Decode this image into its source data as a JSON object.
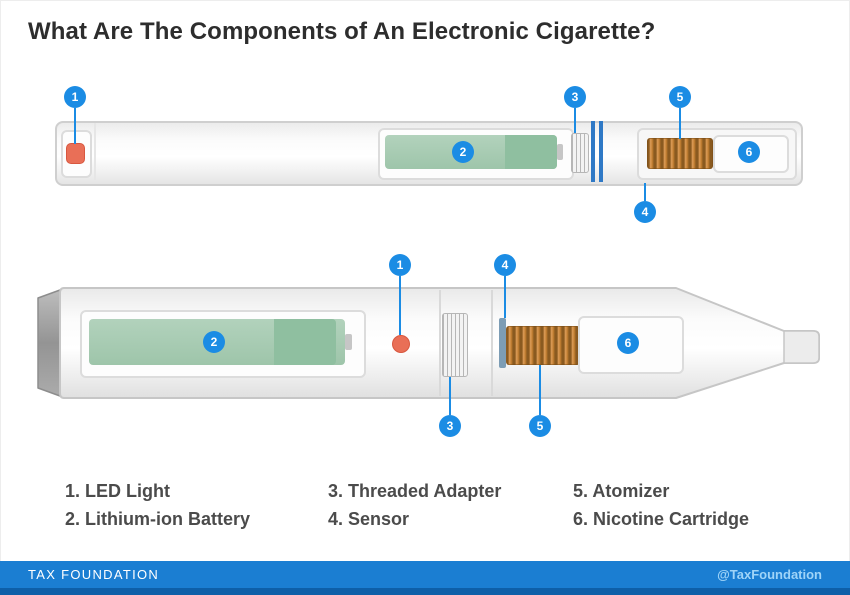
{
  "title": "What Are The Components of An Electronic Cigarette?",
  "markers": [
    "1",
    "2",
    "3",
    "4",
    "5",
    "6"
  ],
  "legend": {
    "columns": [
      {
        "items": [
          "1. LED Light",
          "2. Lithium-ion Battery"
        ]
      },
      {
        "items": [
          "3. Threaded Adapter",
          "4. Sensor"
        ]
      },
      {
        "items": [
          "5. Atomizer",
          "6. Nicotine Cartridge"
        ]
      }
    ]
  },
  "footer": {
    "brand": "TAX FOUNDATION",
    "handle": "@TaxFoundation"
  },
  "colors": {
    "marker_blue": "#1b8ce4",
    "battery_green": "#a9cdb4",
    "battery_green_dark": "#8fbfa0",
    "coil_orange": "#bd7a2e",
    "led_red": "#e96f57",
    "footer_bar_blue": "#1b7ed2",
    "footer_strip_blue": "#0e5fa8"
  }
}
